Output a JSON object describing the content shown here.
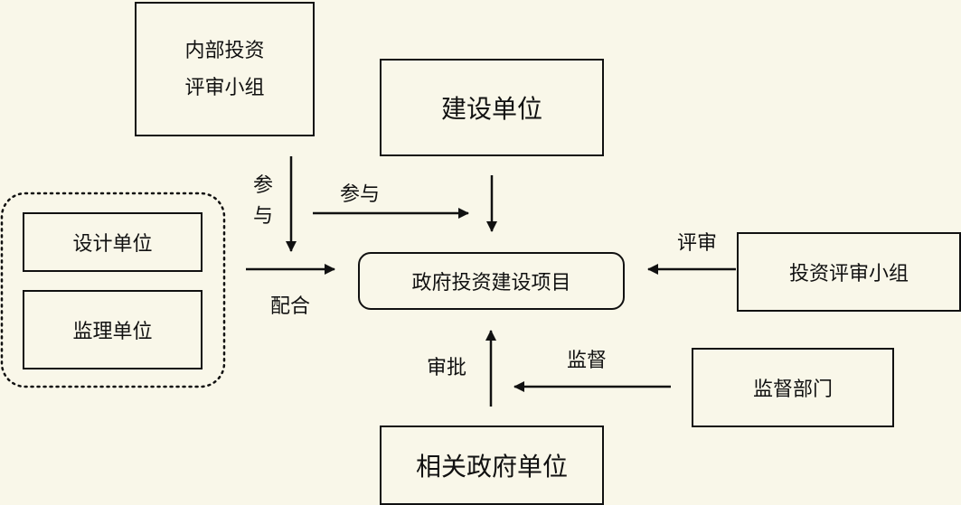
{
  "nodes": {
    "internal_review": {
      "line1": "内部投资",
      "line2": "评审小组"
    },
    "construction_unit": "建设单位",
    "design_unit": "设计单位",
    "supervision_unit": "监理单位",
    "project": "政府投资建设项目",
    "investment_review": "投资评审小组",
    "supervision_dept": "监督部门",
    "government_unit": "相关政府单位"
  },
  "edges": {
    "participate_vertical": {
      "char1": "参",
      "char2": "与"
    },
    "participate": "参与",
    "cooperate": "配合",
    "review": "评审",
    "approve": "审批",
    "supervise": "监督"
  }
}
